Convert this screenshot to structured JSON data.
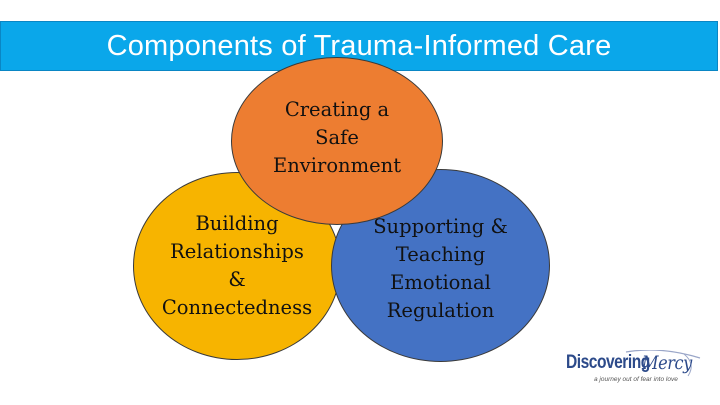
{
  "title": "Components of Trauma-Informed Care",
  "colors": {
    "title_bar": "#0aa7ea",
    "top_circle": "#ed7d31",
    "left_circle": "#f7b400",
    "right_circle": "#4472c4"
  },
  "circles": {
    "top": {
      "line1": "Creating a",
      "line2": "Safe",
      "line3": "Environment"
    },
    "left": {
      "line1": "Building",
      "line2": "Relationships",
      "line3": "&",
      "line4": "Connectedness"
    },
    "right": {
      "line1": "Supporting &",
      "line2": "Teaching",
      "line3": "Emotional",
      "line4": "Regulation"
    }
  },
  "logo": {
    "word1": "Discovering",
    "word2": "Mercy",
    "tagline": "a journey out of fear into love",
    "icon": "swoosh-logo-mark"
  }
}
